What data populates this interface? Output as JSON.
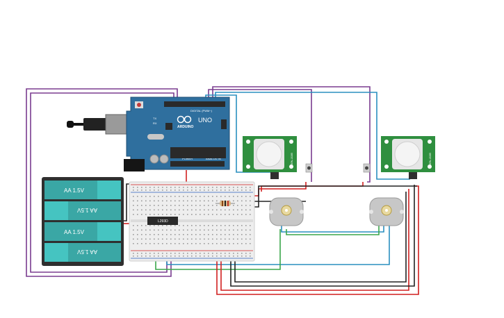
{
  "arduino": {
    "brand": "ARDUINO",
    "model": "UNO",
    "digital_label": "DIGITAL (PWM~)",
    "power_label": "POWER",
    "analog_label": "ANALOG IN",
    "tx_label": "TX",
    "rx_label": "RX"
  },
  "battery_pack": {
    "cells": [
      {
        "label": "AA 1.5V",
        "flipped": false
      },
      {
        "label": "AA 1.5V",
        "flipped": true
      },
      {
        "label": "AA 1.5V",
        "flipped": false
      },
      {
        "label": "AA 1.5V",
        "flipped": true
      }
    ]
  },
  "motor_driver": {
    "label": "L293D"
  },
  "pir_sensors": [
    {
      "id": "pir-1",
      "side_label": "SEN-13285"
    },
    {
      "id": "pir-2",
      "side_label": "SEN-13285"
    }
  ],
  "push_buttons": [
    {
      "id": "button-1"
    },
    {
      "id": "button-2"
    }
  ],
  "motors": [
    {
      "id": "motor-1"
    },
    {
      "id": "motor-2"
    }
  ],
  "colors": {
    "arduino_board": "#2f6f9e",
    "battery_cell": "#3aa7a5",
    "battery_case": "#2f2f2f",
    "breadboard": "#eeeeee",
    "pir_pcb": "#2f8f3f",
    "motor_body": "#c7c7c7",
    "wire_purple": "#7a3c8f",
    "wire_red": "#d11f1f",
    "wire_black": "#222222",
    "wire_blue": "#2a8fbf",
    "wire_green": "#3aa64a"
  }
}
